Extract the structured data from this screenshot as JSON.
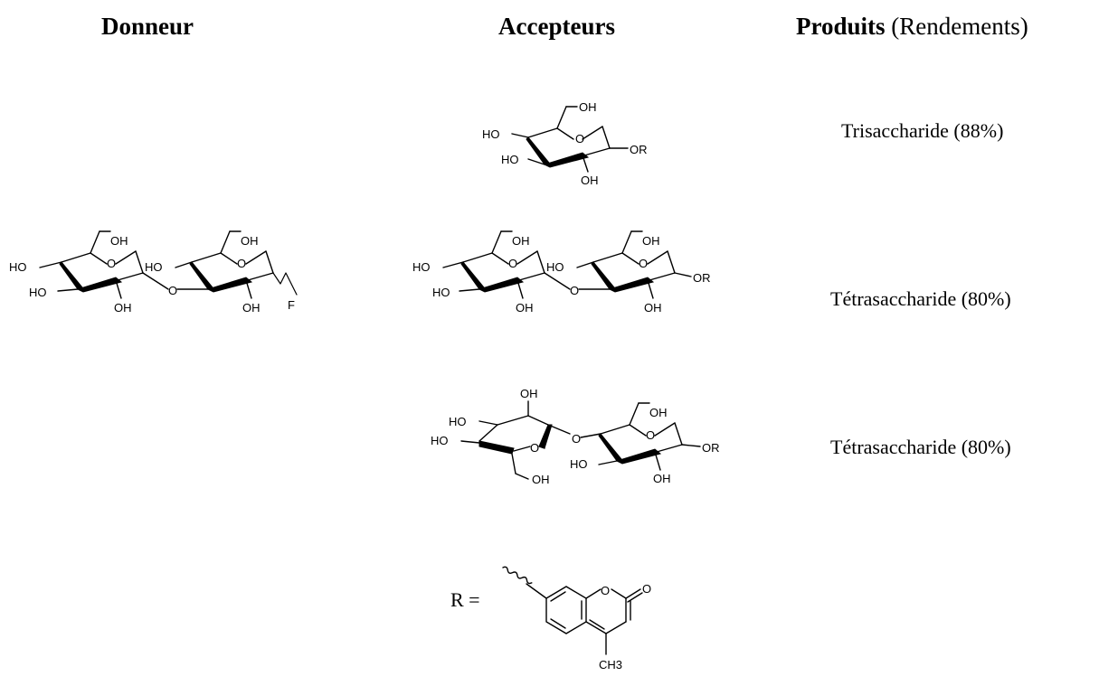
{
  "headers": {
    "donor": "Donneur",
    "acceptors": "Accepteurs",
    "products_bold": "Produits",
    "products_rest": " (Rendements)"
  },
  "products": [
    "Trisaccharide (88%)",
    "Tétrasaccharide (80%)",
    "Tétrasaccharide (80%)"
  ],
  "r_group": {
    "label": "R =",
    "methyl": "CH3"
  },
  "atoms": {
    "oh": "OH",
    "ho": "HO",
    "o": "O",
    "or": "OR",
    "f": "F"
  }
}
